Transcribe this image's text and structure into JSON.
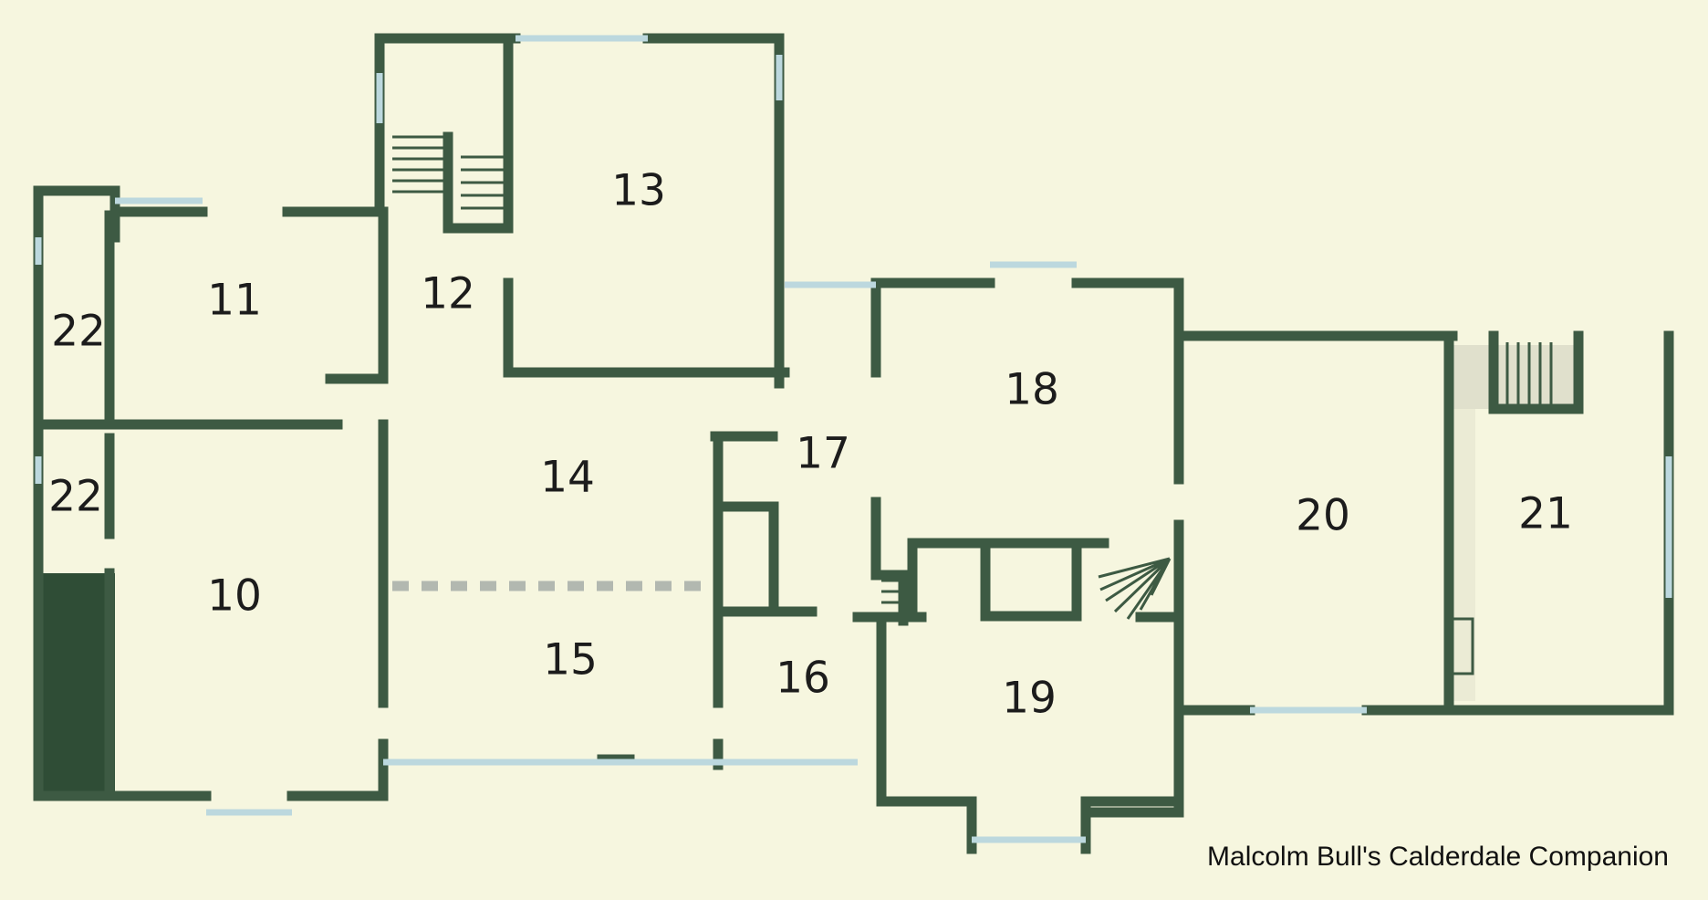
{
  "colors": {
    "wall": "#3d5a43",
    "window": "#bcd8de",
    "background": "#f6f6df",
    "dotted": "#b2b8b0",
    "stair_shade": "#e0e0cc"
  },
  "rooms": [
    {
      "id": "room-10",
      "label": "10"
    },
    {
      "id": "room-11",
      "label": "11"
    },
    {
      "id": "room-12",
      "label": "12"
    },
    {
      "id": "room-13",
      "label": "13"
    },
    {
      "id": "room-14",
      "label": "14"
    },
    {
      "id": "room-15",
      "label": "15"
    },
    {
      "id": "room-16",
      "label": "16"
    },
    {
      "id": "room-17",
      "label": "17"
    },
    {
      "id": "room-18",
      "label": "18"
    },
    {
      "id": "room-19",
      "label": "19"
    },
    {
      "id": "room-20",
      "label": "20"
    },
    {
      "id": "room-21",
      "label": "21"
    },
    {
      "id": "room-22-upper",
      "label": "22"
    },
    {
      "id": "room-22-lower",
      "label": "22"
    }
  ],
  "credit": "Malcolm Bull's Calderdale Companion"
}
